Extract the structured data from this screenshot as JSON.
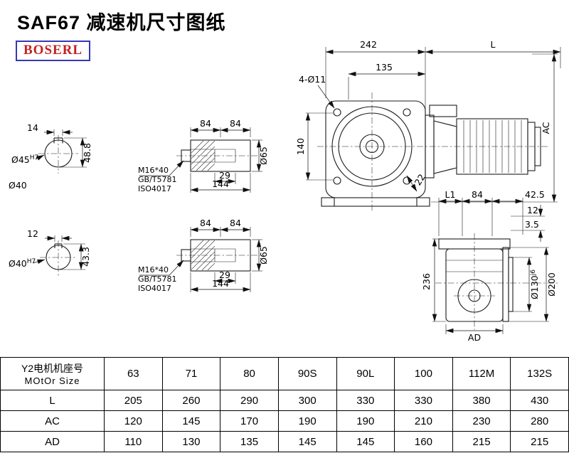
{
  "page": {
    "title": "SAF67 减速机尺寸图纸",
    "logo": "BOSERL"
  },
  "front_view": {
    "dim_width": "242",
    "dim_length": "L",
    "dim_135": "135",
    "dim_holes": "4-Ø11",
    "dim_height": "140",
    "dim_22": "22",
    "dim_ac": "AC"
  },
  "section_top": {
    "dim_key_width": "14",
    "dim_total_height": "48.8",
    "bore": "Ø45",
    "bore_tol": "H7",
    "note": "Ø40"
  },
  "section_bottom": {
    "dim_key_width": "12",
    "dim_total_height": "43.3",
    "bore": "Ø40",
    "bore_tol": "H7"
  },
  "shaft_top": {
    "dim_seg1": "84",
    "dim_seg2": "84",
    "dim_29": "29",
    "dim_total": "144",
    "dim_dia": "Ø65",
    "bolt": "M16*40",
    "std_gb": "GB/T5781",
    "std_iso": "ISO4017"
  },
  "shaft_bottom": {
    "dim_seg1": "84",
    "dim_seg2": "84",
    "dim_29": "29",
    "dim_total": "144",
    "dim_dia": "Ø65",
    "bolt": "M16*40",
    "std_gb": "GB/T5781",
    "std_iso": "ISO4017"
  },
  "side_view": {
    "dim_l1": "L1",
    "dim_84": "84",
    "dim_425": "42.5",
    "dim_12": "12",
    "dim_35": "3.5",
    "dim_236": "236",
    "flange_bore": "Ø130",
    "flange_bore_tol": "j6",
    "flange_od": "Ø200",
    "dim_ad": "AD"
  },
  "table": {
    "header": {
      "line1": "Y2电机机座号",
      "line2": "MOtOr Size"
    },
    "columns": [
      "63",
      "71",
      "80",
      "90S",
      "90L",
      "100",
      "112M",
      "132S"
    ],
    "rows": [
      {
        "label": "L",
        "values": [
          "205",
          "260",
          "290",
          "300",
          "330",
          "330",
          "380",
          "430"
        ]
      },
      {
        "label": "AC",
        "values": [
          "120",
          "145",
          "170",
          "190",
          "190",
          "210",
          "230",
          "280"
        ]
      },
      {
        "label": "AD",
        "values": [
          "110",
          "130",
          "135",
          "145",
          "145",
          "160",
          "215",
          "215"
        ]
      }
    ]
  }
}
